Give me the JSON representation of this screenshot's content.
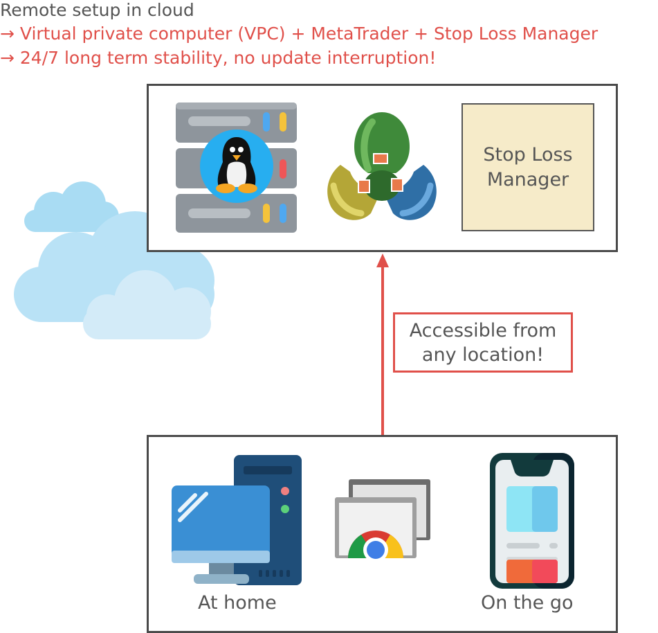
{
  "header": {
    "title": "Remote setup in cloud",
    "bullet1": "→ Virtual private computer (VPC) + MetaTrader + Stop Loss Manager",
    "bullet2": "→ 24/7 long term stability, no update interruption!"
  },
  "cloud_setup": {
    "slm_label": "Stop Loss Manager"
  },
  "connector": {
    "label": "Accessible from any location!"
  },
  "clients": {
    "home_label": "At home",
    "go_label": "On the go"
  },
  "colors": {
    "accent_red": "#e0504a",
    "frame": "#4a4a4a",
    "note_bg": "#f6ebc9",
    "cloud_blue": "#a9d8f0"
  },
  "icons": [
    "cloud-icon",
    "linux-server-icon",
    "metatrader-icon",
    "desktop-computer-icon",
    "remote-desktop-chrome-icon",
    "smartphone-icon",
    "arrow-up-icon"
  ]
}
